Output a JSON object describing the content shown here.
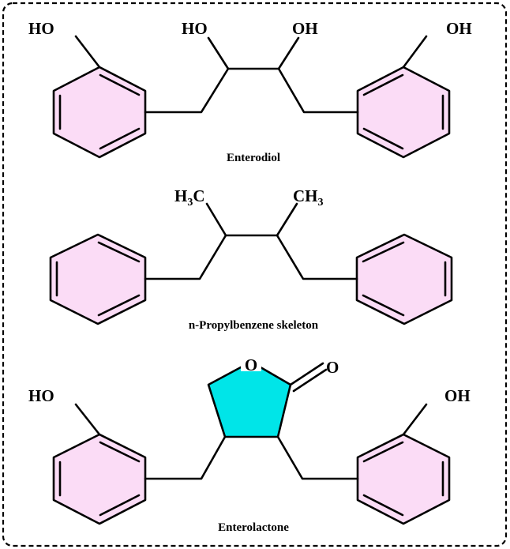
{
  "colors": {
    "ring_fill": "#fbdcf6",
    "lactone_fill": "#00e5e8",
    "line": "#000000",
    "border": "#000000"
  },
  "molecules": [
    {
      "name": "Enterodiol",
      "labels": {
        "ho_left": "HO",
        "ho_mid_left": "HO",
        "oh_mid_right": "OH",
        "oh_right": "OH"
      }
    },
    {
      "name": "n-Propylbenzene skeleton",
      "labels": {
        "h3c_h": "H",
        "h3c_3": "3",
        "h3c_c": "C",
        "ch3_ch": "CH",
        "ch3_3": "3"
      }
    },
    {
      "name": "Enterolactone",
      "labels": {
        "ho_left": "HO",
        "ring_o": "O",
        "carbonyl_o": "O",
        "oh_right": "OH"
      }
    }
  ]
}
